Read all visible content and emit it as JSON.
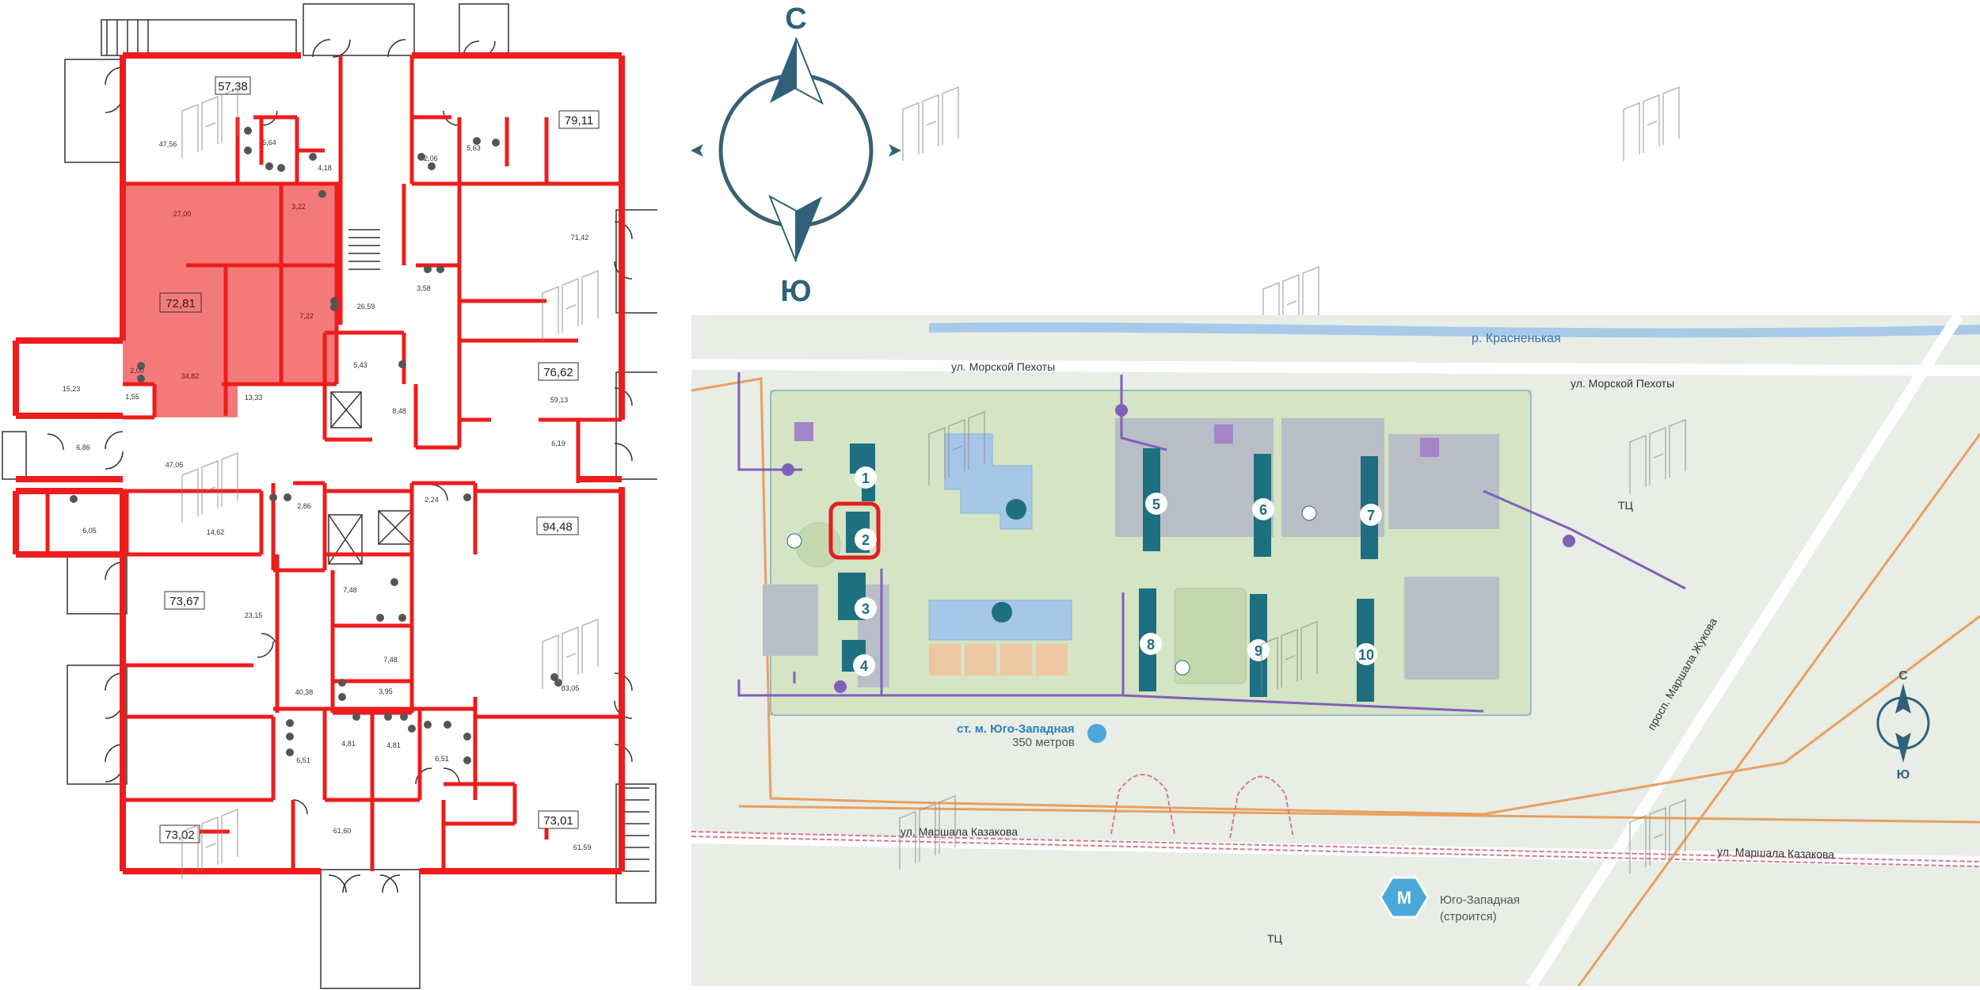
{
  "floor_plan": {
    "unit_labels": [
      "57,38",
      "79,11",
      "72,81",
      "76,62",
      "94,48",
      "73,67",
      "73,02",
      "73,01"
    ],
    "room_areas": {
      "r4756": "47,56",
      "r564": "5,64",
      "r418": "4,18",
      "r206": "2,06",
      "r563": "5,63",
      "r2700": "27,00",
      "r322": "3,22",
      "r722": "7,22",
      "r3482": "34,82",
      "r7142": "71,42",
      "r2659": "26,59",
      "r358": "3,58",
      "r1523": "15,23",
      "r200": "2,00",
      "r155": "1,55",
      "r1333": "13,33",
      "r543": "5,43",
      "r848": "8,48",
      "r5913": "59,13",
      "r686": "6,86",
      "r4705": "47,05",
      "r619": "6,19",
      "r605": "6,05",
      "r1462": "14,62",
      "r286": "2,86",
      "r224": "2,24",
      "r2315": "23,15",
      "r748a": "7,48",
      "r748b": "7,48",
      "r395": "3,95",
      "r4038": "40,38",
      "r8305": "83,05",
      "r651a": "6,51",
      "r481a": "4,81",
      "r481b": "4,81",
      "r651b": "6,51",
      "r6160": "61,60",
      "r6159": "61,59"
    },
    "selected_unit": "72,81",
    "colors": {
      "wall": "#ee1c1c",
      "selected_fill": "#f47a7a",
      "line": "#333333"
    }
  },
  "compass": {
    "north": "С",
    "south": "Ю"
  },
  "site_map": {
    "streets": {
      "morskoy_1": "ул. Морской Пехоты",
      "morskoy_2": "ул. Морской Пехоты",
      "kazakova_1": "ул. Маршала Казакова",
      "kazakova_2": "ул. Маршала Казакова",
      "zhukova": "просп. Маршала Жукова"
    },
    "river": "р. Красненькая",
    "metro_station": "ст. м. Юго-Западная",
    "metro_distance": "350 метров",
    "metro_future_name": "Юго-Западная",
    "metro_future_status": "(строится)",
    "tc_1": "ТЦ",
    "tc_2": "ТЦ",
    "buildings": [
      "1",
      "2",
      "3",
      "4",
      "5",
      "6",
      "7",
      "8",
      "9",
      "10"
    ],
    "selected_building": "2",
    "mini_compass": {
      "north": "С",
      "south": "Ю"
    },
    "icons": [
      "parking-icon",
      "school-icon",
      "kindergarten-icon",
      "bus-stop-icon",
      "metro-icon",
      "playground-icon",
      "sports-icon"
    ],
    "colors": {
      "building": "#1e6f80",
      "route_purple": "#8060b8",
      "road_orange": "#e8a060",
      "park": "#d4e4c4",
      "water": "#a9c9e8"
    }
  }
}
